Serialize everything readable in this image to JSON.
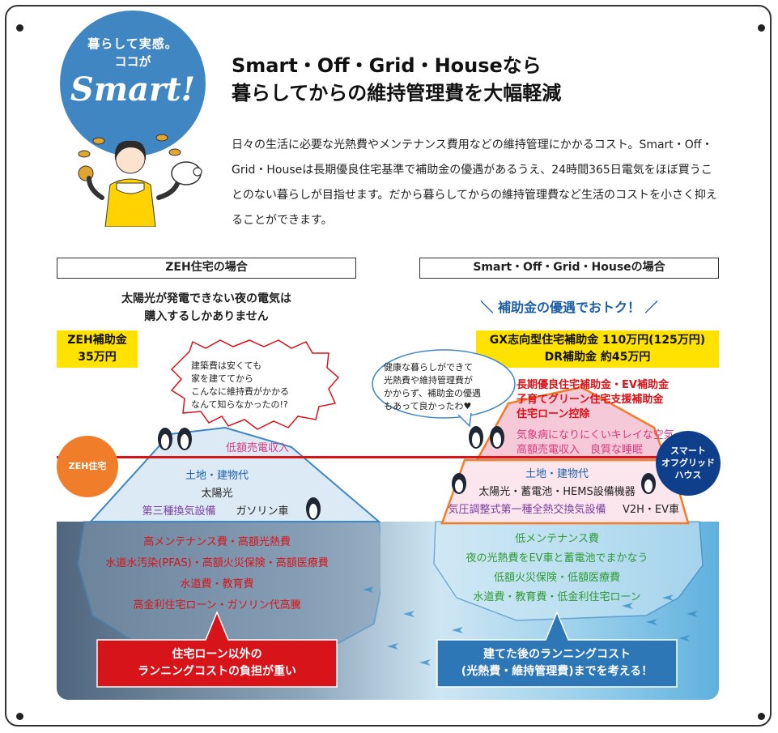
{
  "badge": {
    "line1": "暮らして実感。",
    "line2": "ココが",
    "line3": "Smart!"
  },
  "headline": {
    "line1": "Smart・Off・Grid・Houseなら",
    "line2": "暮らしてからの維持管理費を大幅軽減"
  },
  "intro": "日々の生活に必要な光熱費やメンテナンス費用などの維持管理にかかるコスト。Smart・Off・Grid・Houseは長期優良住宅基準で補助金の優遇があるうえ、24時間365日電気をほぼ買うことのない暮らしが目指せます。だから暮らしてからの維持管理費など生活のコストを小さく抑えることができます。",
  "left": {
    "heading": "ZEH住宅の場合",
    "subtitle_1": "太陽光が発電できない夜の電気は",
    "subtitle_2": "購入するしかありません",
    "subsidy_1": "ZEH補助金",
    "subsidy_2": "35万円",
    "speech_1": "建築費は安くても",
    "speech_2": "家を建ててから",
    "speech_3": "こんなに維持費がかかる",
    "speech_4": "なんて知らなかったの!?",
    "above_low_sale": "低額売電収入",
    "house_label": "ZEH住宅",
    "above_1": "土地・建物代",
    "above_2": "太陽光",
    "above_3a": "第三種換気設備",
    "above_3b": "ガソリン車",
    "below_1": "高メンテナンス費・高額光熱費",
    "below_2": "水道水汚染(PFAS)・高額火災保険・高額医療費",
    "below_3": "水道費・教育費",
    "below_4": "高金利住宅ローン・ガソリン代高騰",
    "callout_1": "住宅ローン以外の",
    "callout_2": "ランニングコストの負担が重い"
  },
  "right": {
    "heading": "Smart・Off・Grid・Houseの場合",
    "subtitle": "＼ 補助金の優遇でおトク！ ／",
    "subsidy_1": "GX志向型住宅補助金 110万円(125万円)",
    "subsidy_2": "DR補助金 約45万円",
    "speech_1": "健康な暮らしができて",
    "speech_2": "光熱費や維持管理費が",
    "speech_3": "かからず、補助金の優遇",
    "speech_4": "もあって良かったわ♥",
    "benefit_1": "長期優良住宅補助金・EV補助金",
    "benefit_2": "子育てグリーン住宅支援補助金",
    "benefit_3": "住宅ローン控除",
    "benefit_4": "気象病になりにくいキレイな空気",
    "benefit_5": "高額売電収入　良質な睡眠",
    "house_label_1": "スマート",
    "house_label_2": "オフグリッド",
    "house_label_3": "ハウス",
    "above_1": "土地・建物代",
    "above_2": "太陽光・蓄電池・HEMS設備機器",
    "above_3a": "気圧調整式第一種全熱交換気設備",
    "above_3b": "V2H・EV車",
    "below_1": "低メンテナンス費",
    "below_2": "夜の光熱費をEV車と蓄電池でまかなう",
    "below_3": "低額火災保険・低額医療費",
    "below_4": "水道費・教育費・低金利住宅ローン",
    "callout_1": "建てた後のランニングコスト",
    "callout_2": "(光熱費・維持管理費)までを考える！"
  },
  "colors": {
    "accent_blue": "#3f86c2",
    "red": "#d7141a",
    "green": "#2f9a35",
    "orange": "#ef7d2a",
    "navy": "#0f3f8a",
    "yellow": "#ffe200"
  }
}
